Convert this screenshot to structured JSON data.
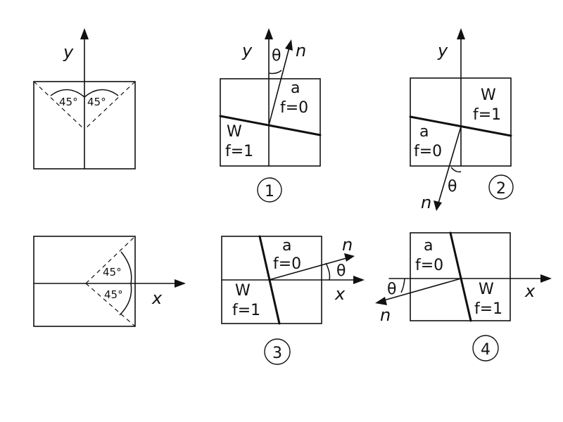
{
  "panels": {
    "ref_y": {
      "angle_left": "45°",
      "angle_right": "45°",
      "axis": "y"
    },
    "ref_x": {
      "angle_top": "45°",
      "angle_bottom": "45°",
      "axis": "x"
    },
    "p1": {
      "number": "1",
      "axis": "y",
      "normal": "n",
      "theta": "θ",
      "top_phase": "a",
      "top_f": "f=0",
      "bottom_phase": "W",
      "bottom_f": "f=1"
    },
    "p2": {
      "number": "2",
      "axis": "y",
      "normal": "n",
      "theta": "θ",
      "top_phase": "W",
      "top_f": "f=1",
      "bottom_phase": "a",
      "bottom_f": "f=0"
    },
    "p3": {
      "number": "3",
      "axis": "x",
      "normal": "n",
      "theta": "θ",
      "top_phase": "a",
      "top_f": "f=0",
      "bottom_phase": "W",
      "bottom_f": "f=1"
    },
    "p4": {
      "number": "4",
      "axis": "x",
      "normal": "n",
      "theta": "θ",
      "top_phase": "a",
      "top_f": "f=0",
      "bottom_phase": "W",
      "bottom_f": "f=1"
    }
  }
}
